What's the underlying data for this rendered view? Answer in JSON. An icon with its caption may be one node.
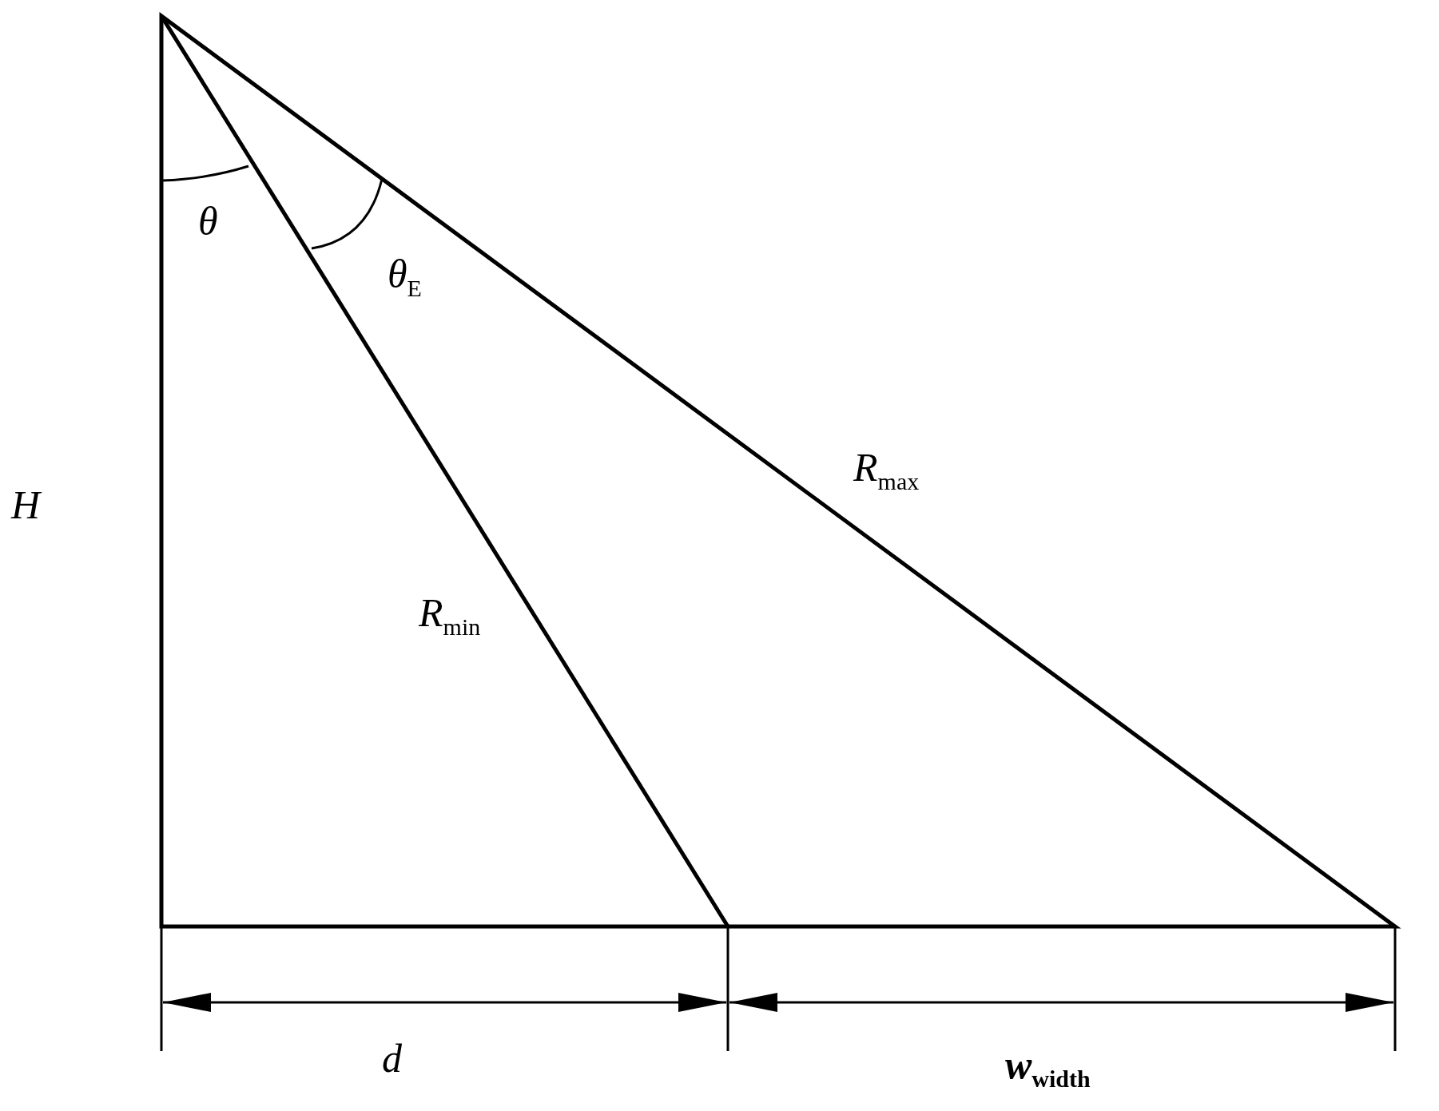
{
  "diagram": {
    "labels": [
      "*θ*",
      "*θ*$_{E}$",
      "*H*",
      "*R*$_{max}$",
      "*R*$_{min}$",
      "*d*",
      "*w*$_{width}$"
    ]
  }
}
